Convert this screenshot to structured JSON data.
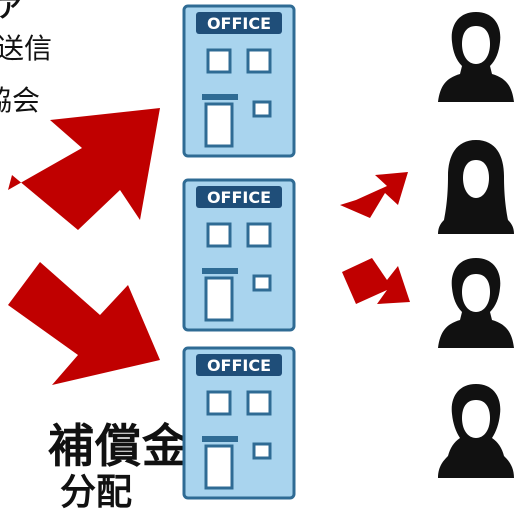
{
  "texts": {
    "top_mark": "ア",
    "line1": "送信",
    "line2": "協会",
    "compensation": "補償金",
    "bottom_partial": "分配"
  },
  "office_label": "OFFICE",
  "colors": {
    "arrow": "#c00000",
    "building": "#a9d4ee",
    "building_edge": "#2f6b94",
    "sign": "#1f4e79",
    "person": "#111111"
  }
}
